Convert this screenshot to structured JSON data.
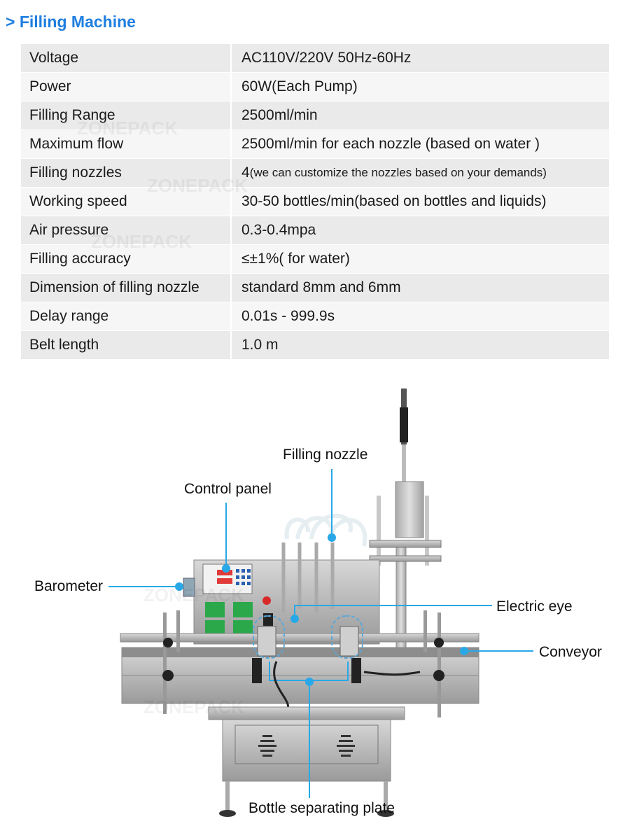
{
  "header": {
    "title": "> Filling Machine"
  },
  "specs": [
    {
      "key": "Voltage",
      "value": "AC110V/220V 50Hz-60Hz"
    },
    {
      "key": "Power",
      "value": "60W(Each Pump)"
    },
    {
      "key": "Filling Range",
      "value": "2500ml/min"
    },
    {
      "key": "Maximum flow",
      "value": "2500ml/min for each nozzle (based on water )"
    },
    {
      "key": "Filling nozzles",
      "value": "4",
      "value_note": "(we can customize the nozzles based on your demands)"
    },
    {
      "key": "Working speed",
      "value": "30-50 bottles/min(based on bottles and liquids)"
    },
    {
      "key": "Air pressure",
      "value": "0.3-0.4mpa"
    },
    {
      "key": "Filling accuracy",
      "value": "≤±1%( for water)"
    },
    {
      "key": "Dimension of filling nozzle",
      "value": "standard 8mm and 6mm"
    },
    {
      "key": "Delay range",
      "value": "0.01s - 999.9s"
    },
    {
      "key": "Belt length",
      "value": "1.0 m"
    }
  ],
  "watermark": "ZONEPACK",
  "callouts": {
    "filling_nozzle": "Filling nozzle",
    "control_panel": "Control panel",
    "barometer": "Barometer",
    "electric_eye": "Electric eye",
    "conveyor": "Conveyor",
    "bottle_separating_plate": "Bottle separating plate"
  },
  "colors": {
    "accent": "#1f7fe0",
    "callout_line": "#29a8e8",
    "row_dark": "#eaeaea",
    "row_light": "#f6f6f6"
  }
}
